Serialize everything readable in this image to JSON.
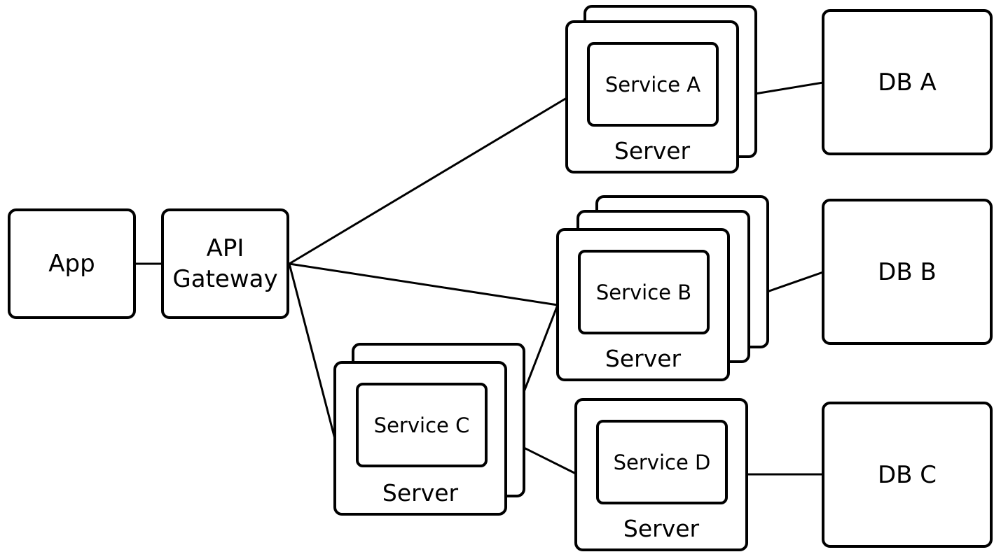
{
  "nodes": {
    "app": "App",
    "api_gateway": [
      "API",
      "Gateway"
    ],
    "service_a": "Service A",
    "service_b": "Service B",
    "service_c": "Service C",
    "service_d": "Service D",
    "server": "Server",
    "db_a": "DB A",
    "db_b": "DB B",
    "db_c": "DB C"
  },
  "colors": {
    "stroke": "#000000",
    "background": "#ffffff"
  }
}
